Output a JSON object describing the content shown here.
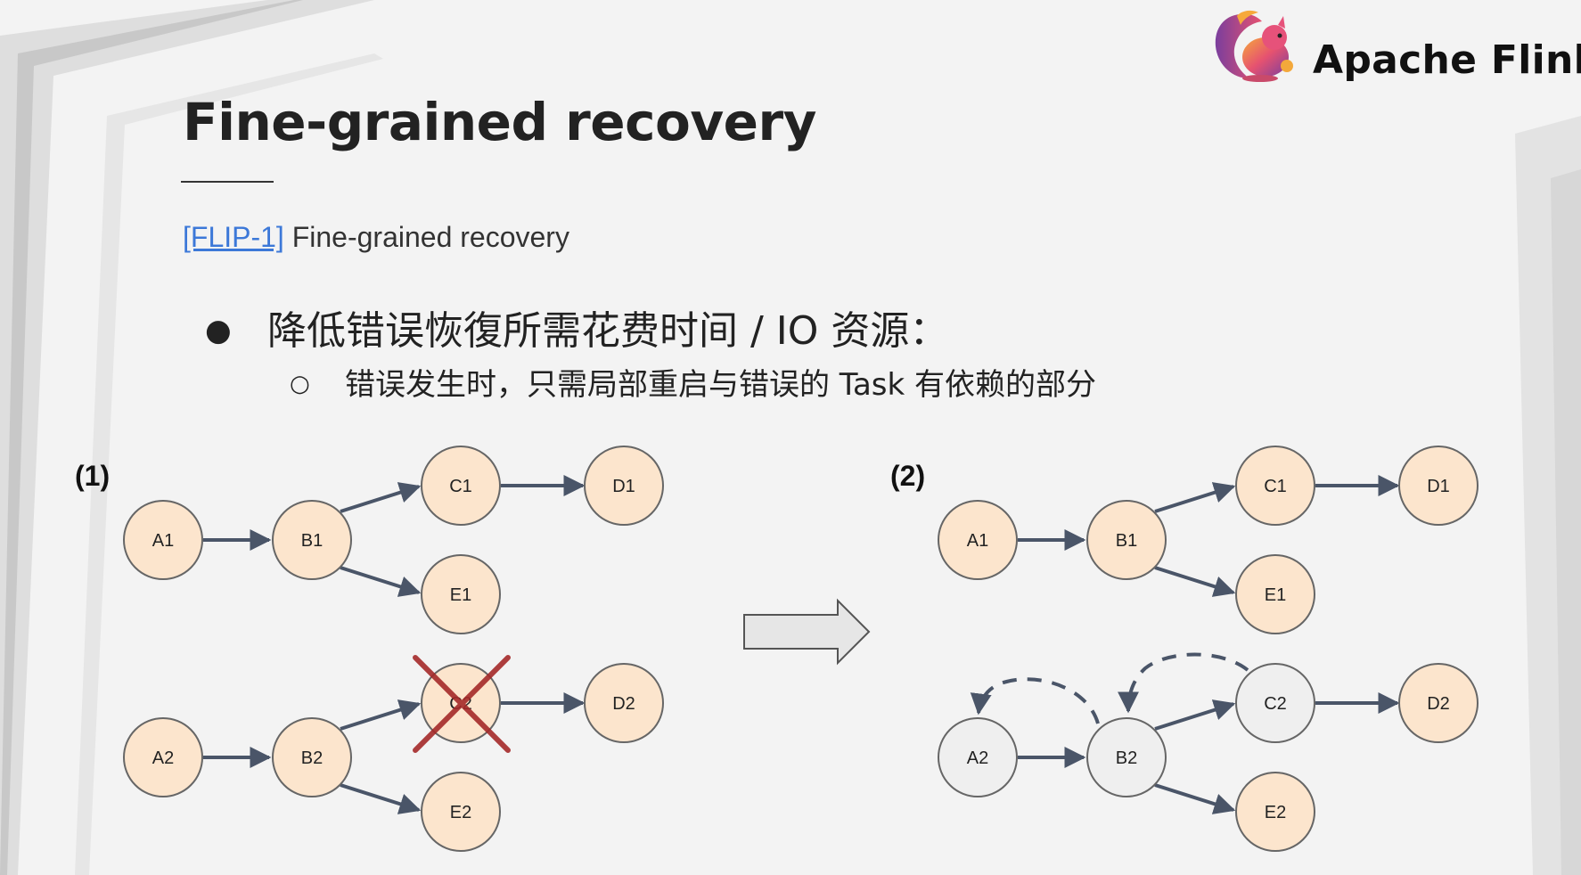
{
  "header": {
    "brand": "Apache Flink",
    "logo_icon": "flink-squirrel-icon"
  },
  "slide": {
    "title": "Fine-grained recovery",
    "link_label": "[FLIP-1]",
    "link_suffix": " Fine-grained recovery",
    "bullet1": "降低错误恢復所需花费时间 / IO 资源：",
    "bullet2": "错误发生时，只需局部重启与错误的 Task 有依赖的部分"
  },
  "diagrams": {
    "left_label": "(1)",
    "right_label": "(2)",
    "nodes": [
      "A1",
      "B1",
      "C1",
      "D1",
      "E1",
      "A2",
      "B2",
      "C2",
      "D2",
      "E2"
    ]
  },
  "colors": {
    "node_fill": "#fce5cd",
    "restart_fill": "#efefef",
    "node_stroke": "#666666",
    "edge": "#4a5568",
    "cross": "#a52a2a",
    "link": "#3c78d8"
  }
}
